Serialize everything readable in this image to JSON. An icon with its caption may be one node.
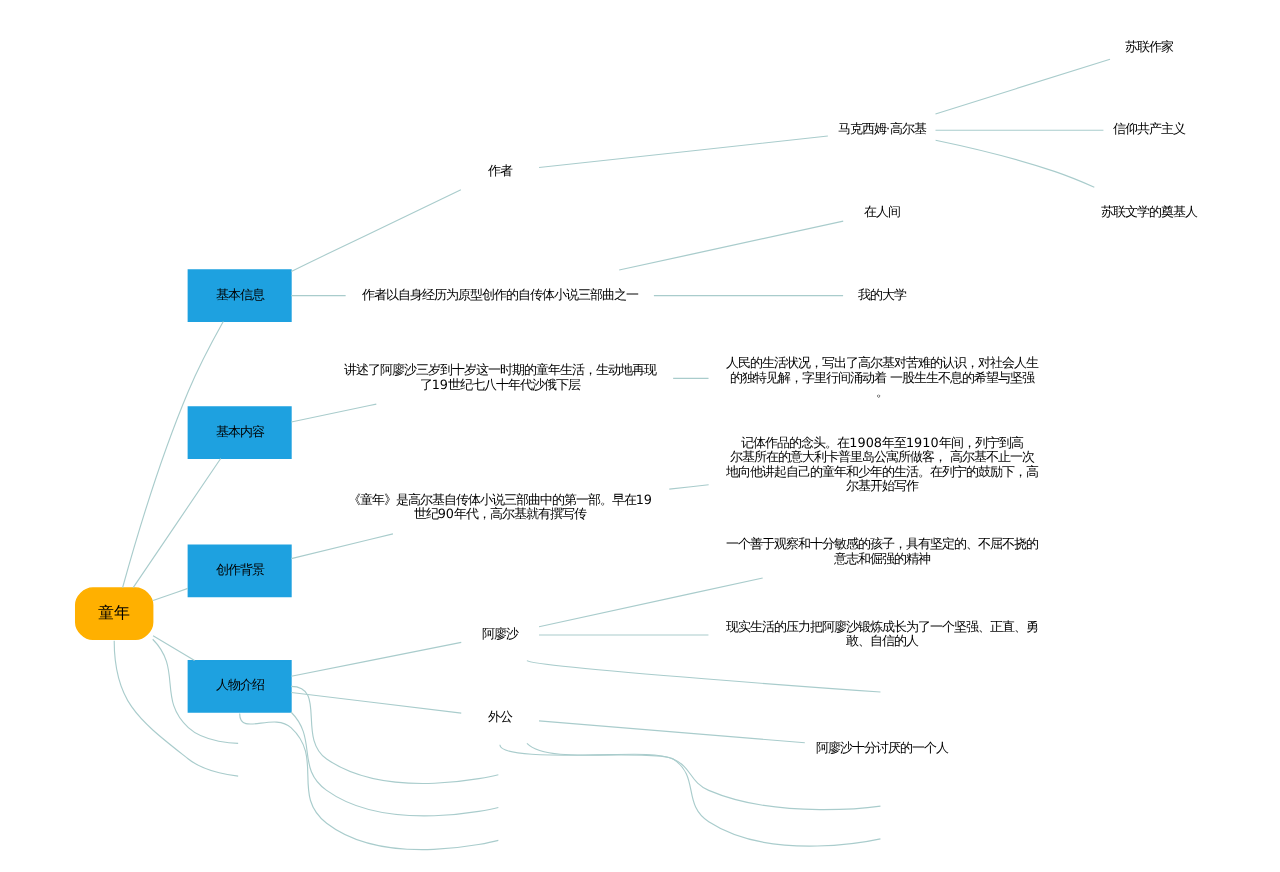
{
  "diagram": {
    "nodes": [
      {
        "text": [
          "童年"
        ]
      },
      {
        "text": [
          "基本信息"
        ]
      },
      {
        "text": [
          "作者"
        ]
      },
      {
        "text": [
          "马克西姆·高尔基"
        ]
      },
      {
        "text": [
          "苏联作家"
        ]
      },
      {
        "text": [
          "信仰共产主义"
        ]
      },
      {
        "text": [
          "苏联文学的奠基人"
        ]
      },
      {
        "text": [
          "作者以自身经历为原型创作的自传体小说三部曲之一"
        ]
      },
      {
        "text": [
          "在人间"
        ]
      },
      {
        "text": [
          "我的大学"
        ]
      },
      {
        "text": [
          "基本内容"
        ]
      },
      {
        "text": [
          "讲述了阿廖沙三岁到十岁这一时期的童年生活，生动地再现了19世纪七八十年代沙俄下层"
        ]
      },
      {
        "text": [
          "人民的生活状况，写出了高尔基对苦难的认识，对社会人生的独特见解，字里行间涌动着 一股生生不息的希望与坚强。"
        ]
      },
      {
        "text": [
          "创作背景"
        ]
      },
      {
        "text": [
          "《童年》是高尔基自传体小说三部曲中的第一部。早在19世纪90年代，高尔基就有撰写传"
        ]
      },
      {
        "text": [
          "记体作品的念头。在1908年至1910年间，列宁到高尔基所在的意大利卡普里岛公寓所做客， 高尔基不止一次地向他讲起自己的童年和少年的生活。在列宁的鼓励下，高尔基开始写作"
        ]
      },
      {
        "text": [
          "人物介绍"
        ]
      },
      {
        "text": [
          "阿廖沙"
        ]
      },
      {
        "text": [
          "一个善于观察和十分敏感的孩子，具有坚定的、不屈不挠的意志和倔强的精神"
        ]
      },
      {
        "text": [
          "现实生活的压力把阿廖沙锻炼成长为了一个坚强、正直、勇敢、自信的人"
        ]
      },
      {
        "text": [
          "外公"
        ]
      },
      {
        "text": [
          "阿廖沙十分讨厌的一个人"
        ]
      }
    ],
    "edges": [
      {
        "from": 0,
        "to": 1,
        "arrow": "none"
      },
      {
        "from": 1,
        "to": 2,
        "arrow": "none"
      },
      {
        "from": 2,
        "to": 3,
        "arrow": "none"
      },
      {
        "from": 3,
        "to": 4,
        "arrow": "none"
      },
      {
        "from": 3,
        "to": 5,
        "arrow": "none"
      },
      {
        "from": 3,
        "to": 6,
        "arrow": "none"
      },
      {
        "from": 1,
        "to": 7,
        "arrow": "none"
      },
      {
        "from": 7,
        "to": 8,
        "arrow": "none"
      },
      {
        "from": 7,
        "to": 9,
        "arrow": "none"
      },
      {
        "from": 0,
        "to": 10,
        "arrow": "none"
      },
      {
        "from": 10,
        "to": 11,
        "arrow": "none"
      },
      {
        "from": 11,
        "to": 12,
        "arrow": "none"
      },
      {
        "from": 0,
        "to": 13,
        "arrow": "none"
      },
      {
        "from": 13,
        "to": 14,
        "arrow": "none"
      },
      {
        "from": 14,
        "to": 15,
        "arrow": "none"
      },
      {
        "from": 0,
        "to": 16,
        "arrow": "none"
      },
      {
        "from": 16,
        "to": 17,
        "arrow": "none"
      },
      {
        "from": 17,
        "to": 18,
        "arrow": "none"
      },
      {
        "from": 17,
        "to": 19,
        "arrow": "none"
      },
      {
        "from": 17,
        "to": null,
        "arrow": "none"
      },
      {
        "from": 16,
        "to": 20,
        "arrow": "none"
      },
      {
        "from": 20,
        "to": 21,
        "arrow": "none"
      },
      {
        "from": 20,
        "to": null,
        "arrow": "none"
      },
      {
        "from": 20,
        "to": null,
        "arrow": "none"
      },
      {
        "from": 16,
        "to": null,
        "arrow": "none"
      },
      {
        "from": 16,
        "to": null,
        "arrow": "none"
      },
      {
        "from": 16,
        "to": null,
        "arrow": "none"
      },
      {
        "from": 0,
        "to": null,
        "arrow": "none"
      },
      {
        "from": 0,
        "to": null,
        "arrow": "none"
      }
    ]
  }
}
